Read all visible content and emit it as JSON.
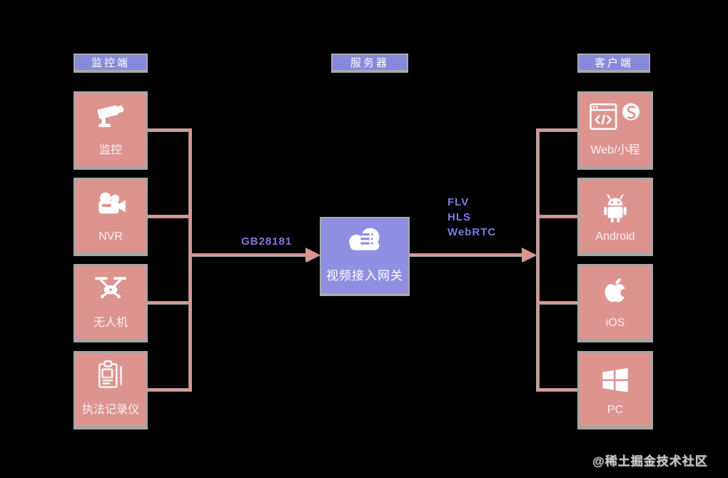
{
  "left": {
    "header": "监控端",
    "items": [
      {
        "label": "监控",
        "icon": "cctv-camera-icon"
      },
      {
        "label": "NVR",
        "icon": "video-camera-icon"
      },
      {
        "label": "无人机",
        "icon": "drone-icon"
      },
      {
        "label": "执法记录仪",
        "icon": "clipboard-pen-icon"
      }
    ]
  },
  "server": {
    "header": "服务器",
    "gateway_label": "视频接入网关",
    "gateway_icon": "cloud-server-icon"
  },
  "right": {
    "header": "客户端",
    "items": [
      {
        "label": "Web/小程",
        "icons": [
          "browser-code-icon",
          "miniprogram-icon"
        ]
      },
      {
        "label": "Android",
        "icon": "android-icon"
      },
      {
        "label": "iOS",
        "icon": "apple-icon"
      },
      {
        "label": "PC",
        "icon": "windows-icon"
      }
    ]
  },
  "connections": {
    "ingest_protocol": "GB28181",
    "playback_protocols": [
      "FLV",
      "HLS",
      "WebRTC"
    ]
  },
  "watermark": "@稀土掘金技术社区",
  "colors": {
    "background": "#000000",
    "card": "#dd948f",
    "header_box": "#8789dc",
    "gateway": "#918fe2",
    "line": "#dd968f",
    "line_border": "#a0a0a0",
    "protocol_text": "#7b7ce0",
    "card_text": "#f7f0ef",
    "watermark_text": "#c8c8c8"
  }
}
